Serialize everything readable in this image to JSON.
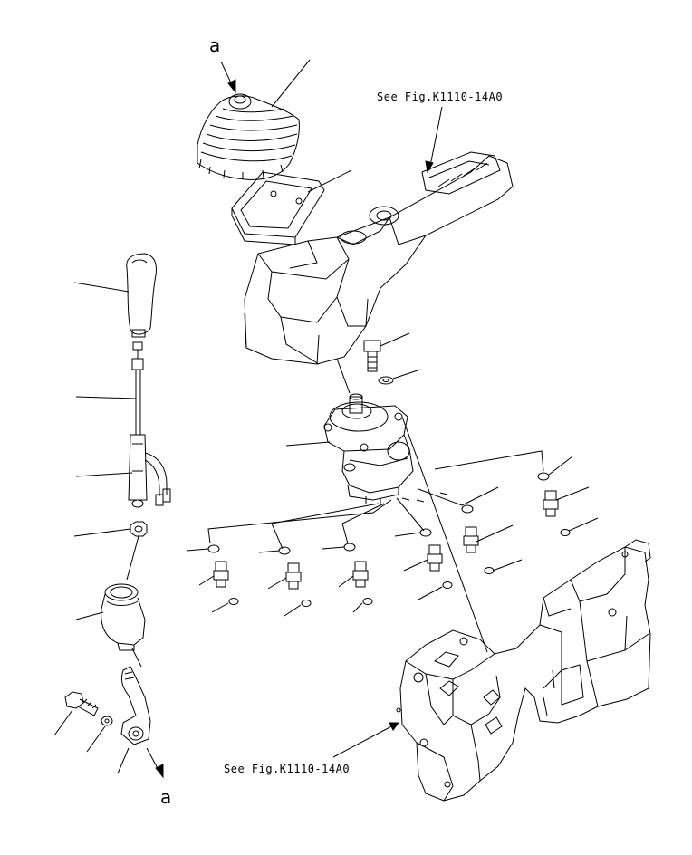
{
  "diagram": {
    "ref_top": "See Fig.K1110-14A0",
    "ref_bottom": "See Fig.K1110-14A0",
    "view_mark_top": "a",
    "view_mark_bottom": "a",
    "line_color": "#000000"
  }
}
